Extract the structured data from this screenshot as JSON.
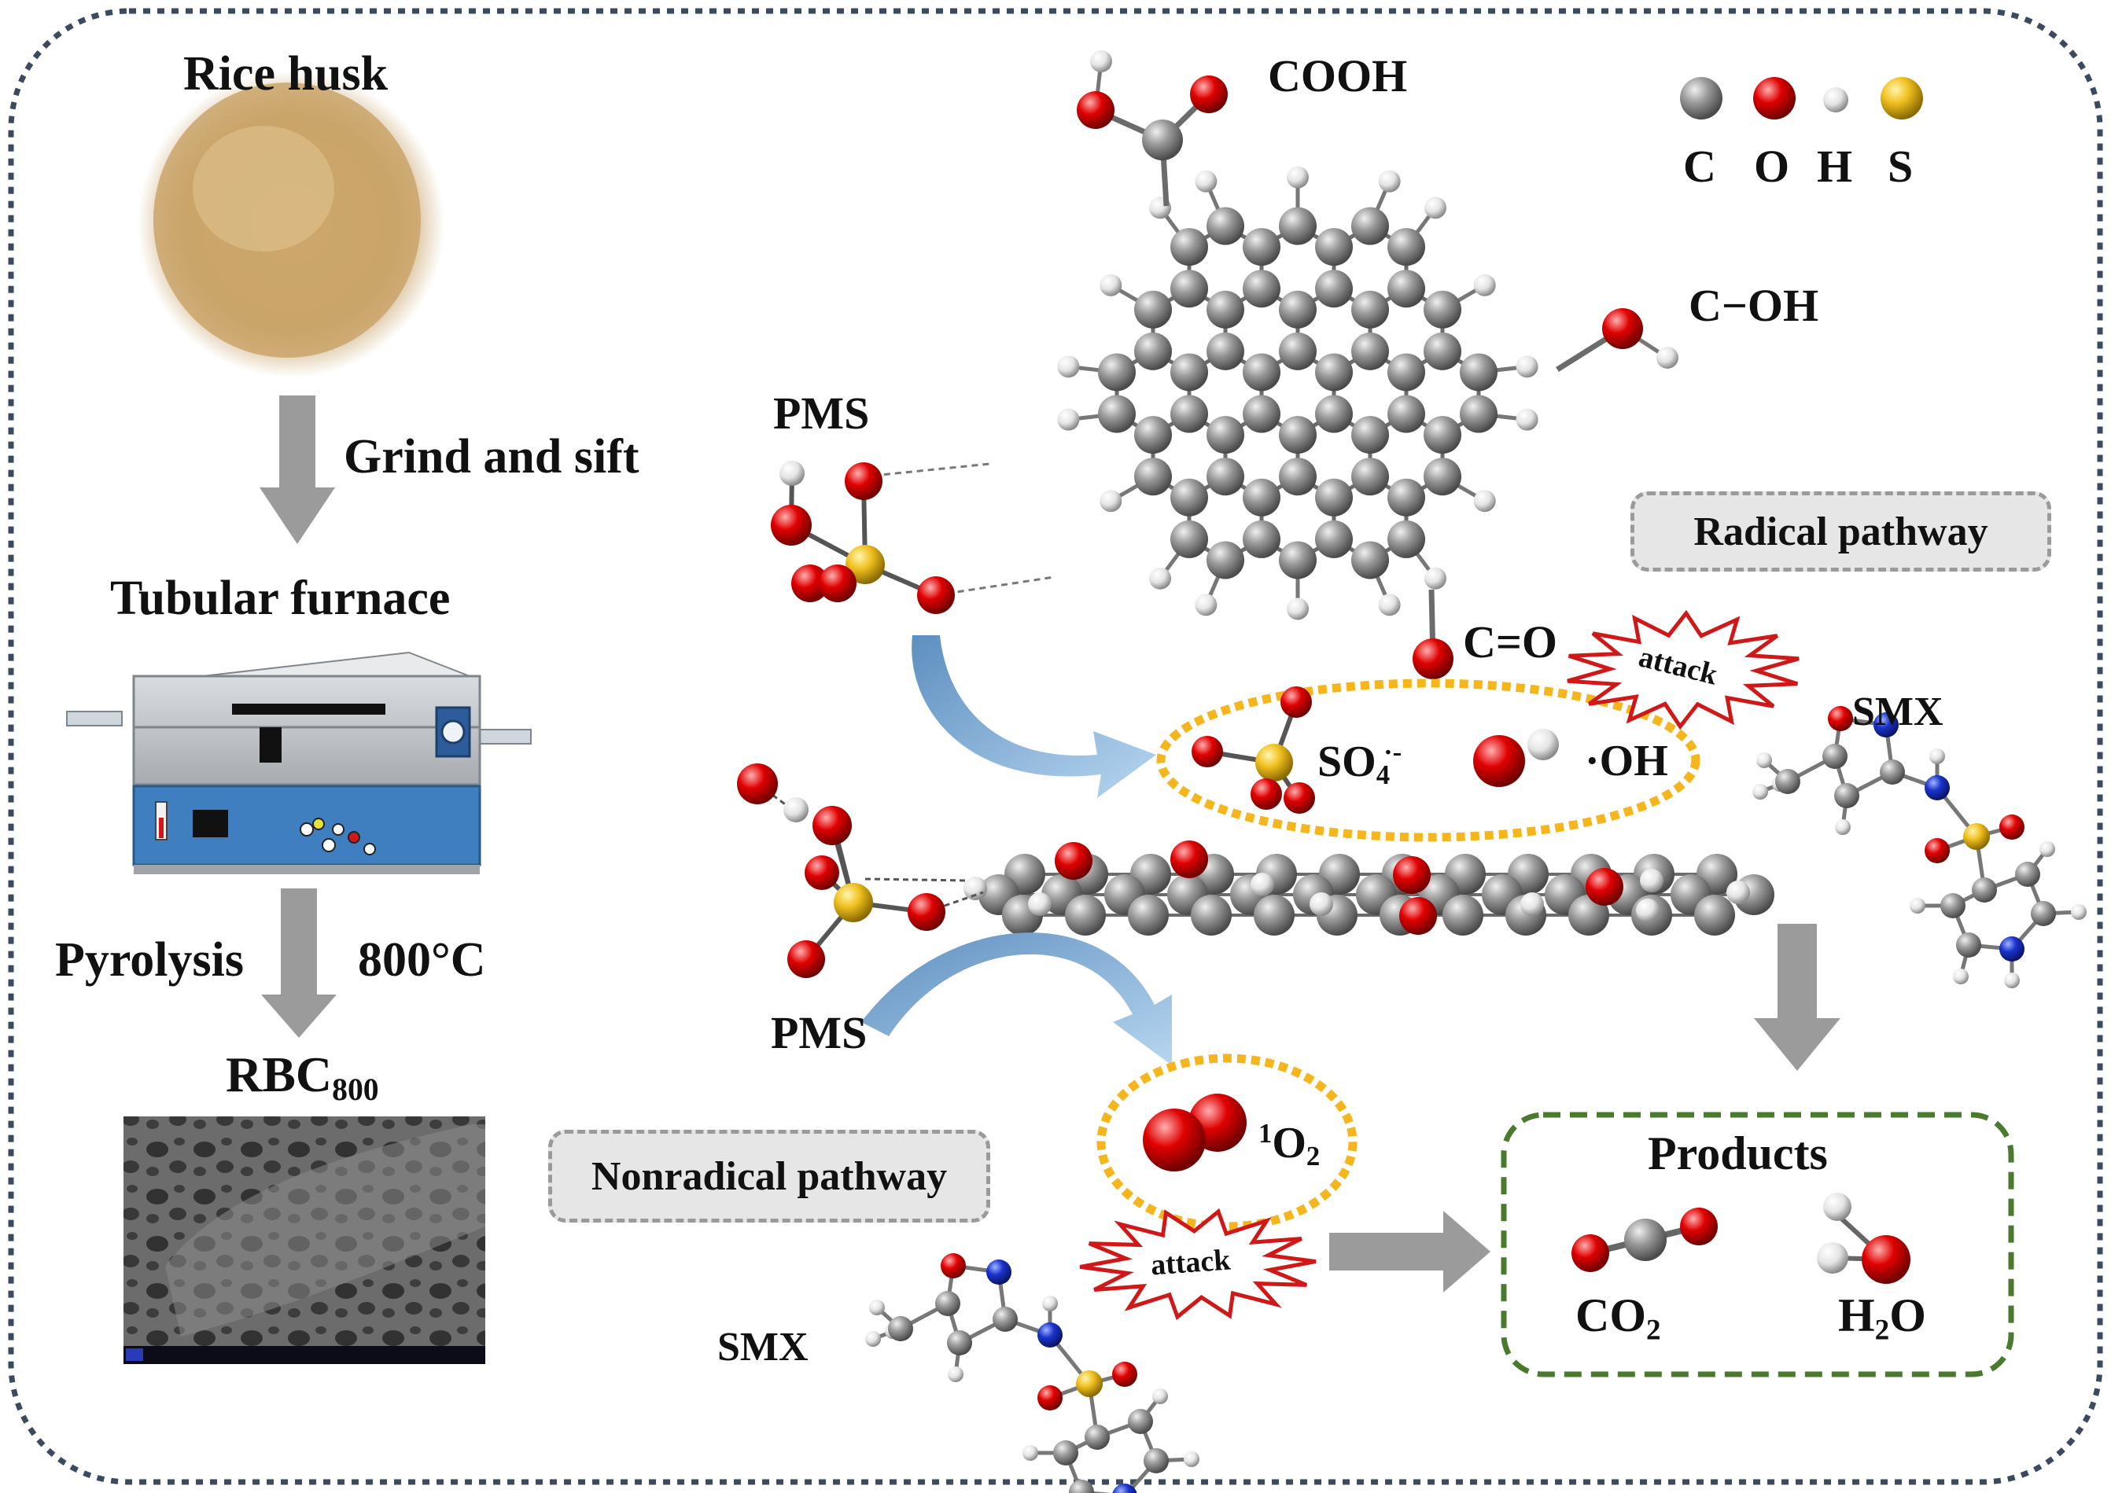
{
  "labels": {
    "rice_husk": "Rice husk",
    "grind": "Grind and sift",
    "furnace": "Tubular furnace",
    "pyrolysis": "Pyrolysis",
    "temp": "800°C",
    "rbc_main": "RBC",
    "rbc_sub": "800",
    "pms_top": "PMS",
    "pms_mid": "PMS",
    "cooh": "COOH",
    "coh": "C−OH",
    "co": "C=O",
    "smx_right": "SMX",
    "smx_left": "SMX",
    "so4_main": "SO",
    "so4_sub": "4",
    "so4_sup": "·-",
    "oh": "·OH",
    "singlet_sup": "1",
    "singlet_main": "O",
    "singlet_sub": "2",
    "attack_top": "attack",
    "attack_bottom": "attack",
    "radical": "Radical pathway",
    "nonradical": "Nonradical pathway",
    "products": "Products",
    "co2_main": "CO",
    "co2_sub": "2",
    "h2o_h": "H",
    "h2o_sub": "2",
    "h2o_o": "O"
  },
  "legend": [
    {
      "symbol": "C",
      "color": "#8c8c8c"
    },
    {
      "symbol": "O",
      "color": "#e00000"
    },
    {
      "symbol": "H",
      "color": "#f2f2f2"
    },
    {
      "symbol": "S",
      "color": "#f0c020"
    }
  ],
  "colors": {
    "carbon": "#8c8c8c",
    "oxygen": "#e00000",
    "hydrogen": "#f2f2f2",
    "sulfur": "#f0c020",
    "nitrogen": "#1a33cc",
    "frame": "#3b4a5e",
    "gold_dash": "#f5b51c",
    "green_dash": "#4a7a2e",
    "arrow_gray": "#9b9b9b",
    "arrow_blue": "#7fb0dc",
    "starburst": "#d01818"
  }
}
